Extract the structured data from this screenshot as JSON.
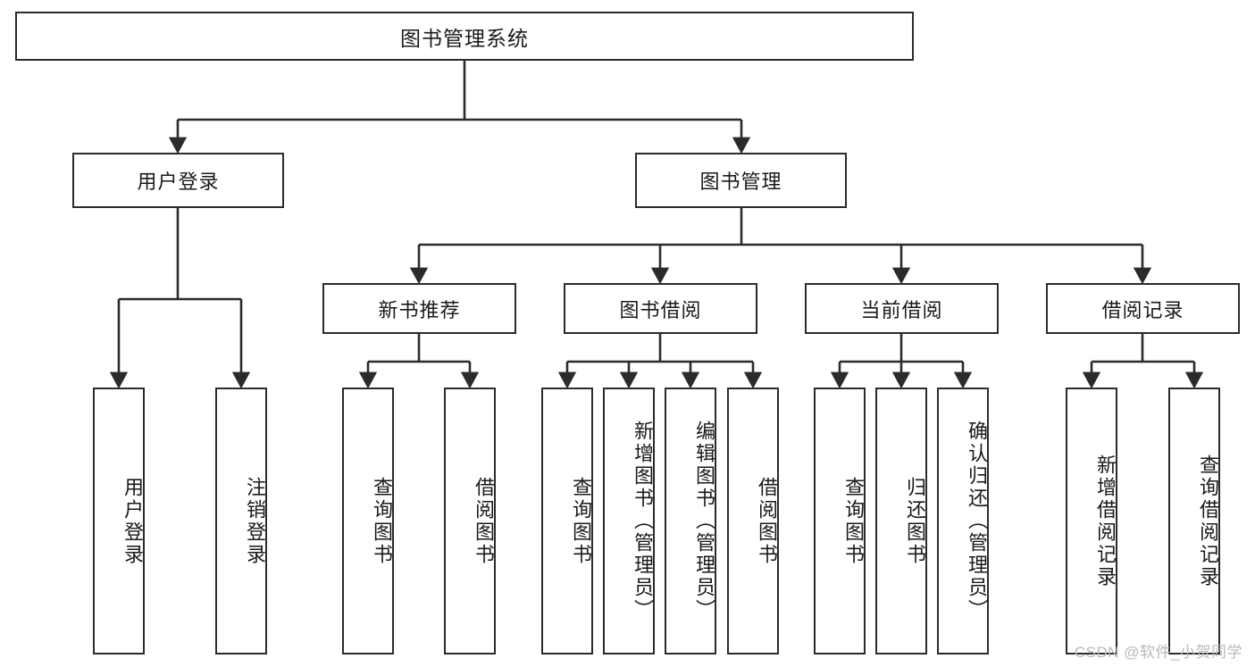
{
  "diagram": {
    "title_text": "图书管理系统",
    "watermark": "CSDN @软件_小贺同学",
    "line_color": "#2b2b2b",
    "box_fill": "#ffffff",
    "text_color": "#1a1a1a",
    "watermark_color": "#b9b9b9"
  },
  "nodes": {
    "root": {
      "label": "图书管理系统"
    },
    "level2": [
      {
        "label": "用户登录"
      },
      {
        "label": "图书管理"
      }
    ],
    "level3": [
      {
        "label": "新书推荐"
      },
      {
        "label": "图书借阅"
      },
      {
        "label": "当前借阅"
      },
      {
        "label": "借阅记录"
      }
    ],
    "leaves": {
      "user_login": [
        {
          "label": "用户登录"
        },
        {
          "label": "注销登录"
        }
      ],
      "new_book_recommend": [
        {
          "label": "查询图书"
        },
        {
          "label": "借阅图书"
        }
      ],
      "book_borrow": [
        {
          "label": "查询图书"
        },
        {
          "label": "新增图书（管理员）"
        },
        {
          "label": "编辑图书（管理员）"
        },
        {
          "label": "借阅图书"
        }
      ],
      "current_borrow": [
        {
          "label": "查询图书"
        },
        {
          "label": "归还图书"
        },
        {
          "label": "确认归还（管理员）"
        }
      ],
      "borrow_record": [
        {
          "label": "新增借阅记录"
        },
        {
          "label": "查询借阅记录"
        }
      ]
    }
  }
}
